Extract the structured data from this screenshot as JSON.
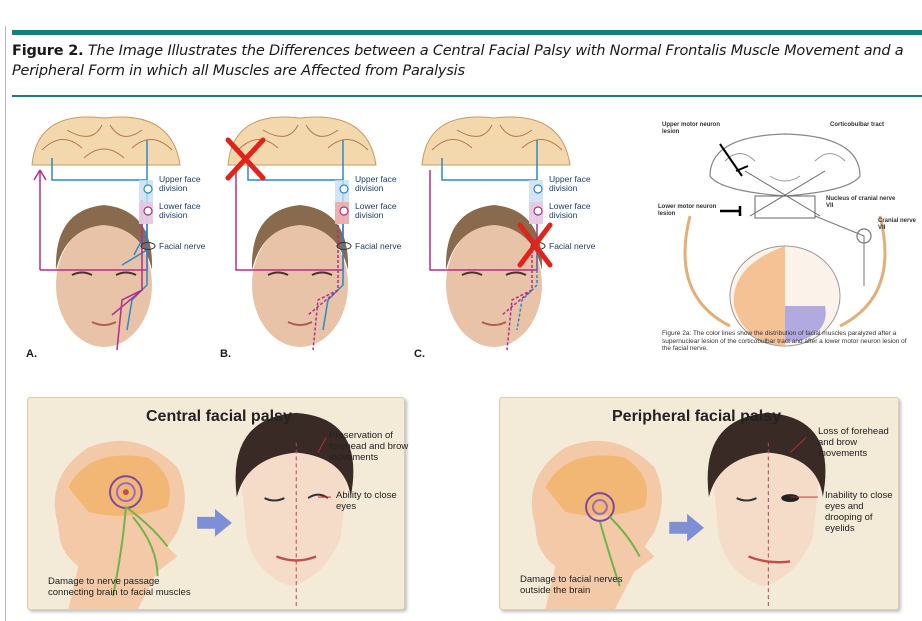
{
  "figure": {
    "label": "Figure 2.",
    "caption": "The Image Illustrates the Differences between a Central Facial Palsy with Normal Frontalis Muscle Movement and a Peripheral Form in which all Muscles are Affected from Paralysis"
  },
  "panels": [
    {
      "letter": "A.",
      "upper": "Upper face division",
      "lower": "Lower face division",
      "nerve": "Facial nerve"
    },
    {
      "letter": "B.",
      "upper": "Upper face division",
      "lower": "Lower face division",
      "nerve": "Facial nerve"
    },
    {
      "letter": "C.",
      "upper": "Upper face division",
      "lower": "Lower face division",
      "nerve": "Facial nerve"
    }
  ],
  "fig2a": {
    "labels": {
      "umn": "Upper motor neuron lesion",
      "cbt": "Corticobulbar tract",
      "lmn": "Lower motor neuron lesion",
      "nucleus": "Nucleus of cranial nerve VII",
      "cn": "Cranial nerve VII"
    },
    "caption": "Figure 2a: The color lines show the distribution of facial muscles paralyzed after a supernuclear lesion of the corticobulbar tract and after a lower motor neuron lesion of the facial nerve."
  },
  "central": {
    "title": "Central facial palsy",
    "note1": "Preservation of forehead and brow movements",
    "note2": "Ability to close eyes",
    "damage": "Damage to nerve passage connecting brain to facial muscles"
  },
  "peripheral": {
    "title": "Peripheral facial palsy",
    "note1": "Loss of forehead and brow movements",
    "note2": "Inability to close eyes and drooping of eyelids",
    "damage": "Damage to facial nerves outside the brain"
  },
  "colors": {
    "rule": "#1f7a80",
    "upper_tract": "#2b8ac8",
    "lower_tract": "#b0308a",
    "lesion": "#e0241b",
    "palsy_bg": "#f3ead7"
  }
}
